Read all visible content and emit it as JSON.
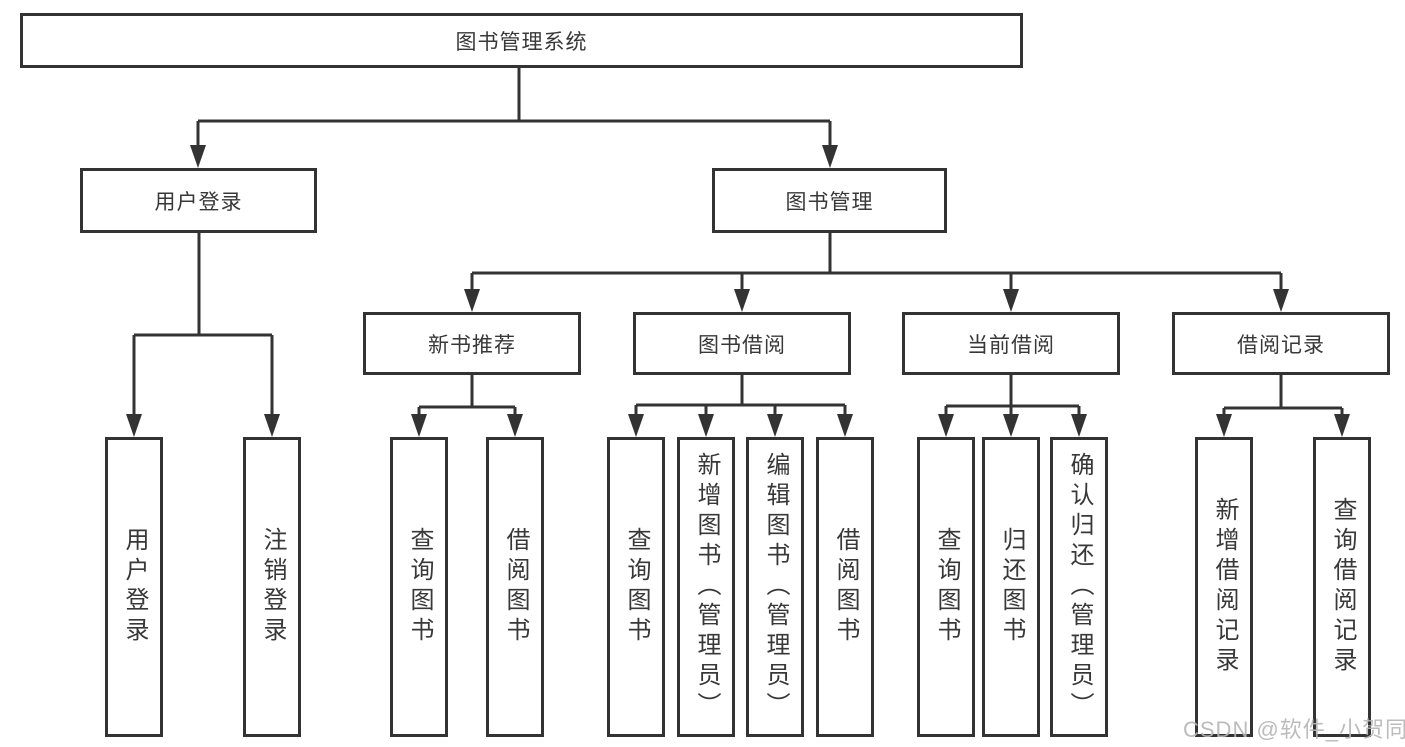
{
  "root": {
    "label": "图书管理系统"
  },
  "branches": [
    {
      "label": "用户登录",
      "children": [
        {
          "label": "用户登录"
        },
        {
          "label": "注销登录"
        }
      ]
    },
    {
      "label": "图书管理",
      "children": [
        {
          "label": "新书推荐",
          "children": [
            {
              "label": "查询图书"
            },
            {
              "label": "借阅图书"
            }
          ]
        },
        {
          "label": "图书借阅",
          "children": [
            {
              "label": "查询图书"
            },
            {
              "label": "新增图书（管理员）"
            },
            {
              "label": "编辑图书（管理员）"
            },
            {
              "label": "借阅图书"
            }
          ]
        },
        {
          "label": "当前借阅",
          "children": [
            {
              "label": "查询图书"
            },
            {
              "label": "归还图书"
            },
            {
              "label": "确认归还（管理员）"
            }
          ]
        },
        {
          "label": "借阅记录",
          "children": [
            {
              "label": "新增借阅记录"
            },
            {
              "label": "查询借阅记录"
            }
          ]
        }
      ]
    }
  ],
  "watermark": "CSDN @软件_小贺同学",
  "colors": {
    "line": "#333333",
    "text": "#383838",
    "watermark": "#b5b5b5",
    "background": "#ffffff"
  }
}
